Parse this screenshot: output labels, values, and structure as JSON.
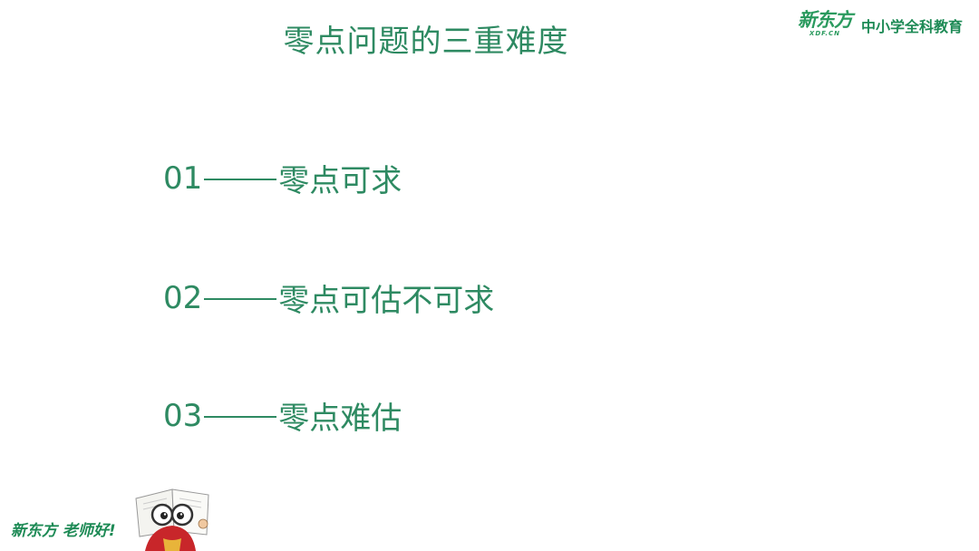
{
  "slide": {
    "title": "零点问题的三重难度"
  },
  "brand": {
    "logo_cn": "新东方",
    "logo_en": "XDF.CN",
    "subtitle": "中小学全科教育"
  },
  "items": [
    {
      "number": "01",
      "text": "零点可求"
    },
    {
      "number": "02",
      "text": "零点可估不可求"
    },
    {
      "number": "03",
      "text": "零点难估"
    }
  ],
  "footer": {
    "slogan": "新东方 老师好!"
  },
  "colors": {
    "text": "#2e8a62",
    "brand": "#1d8a55",
    "background": "#ffffff"
  }
}
